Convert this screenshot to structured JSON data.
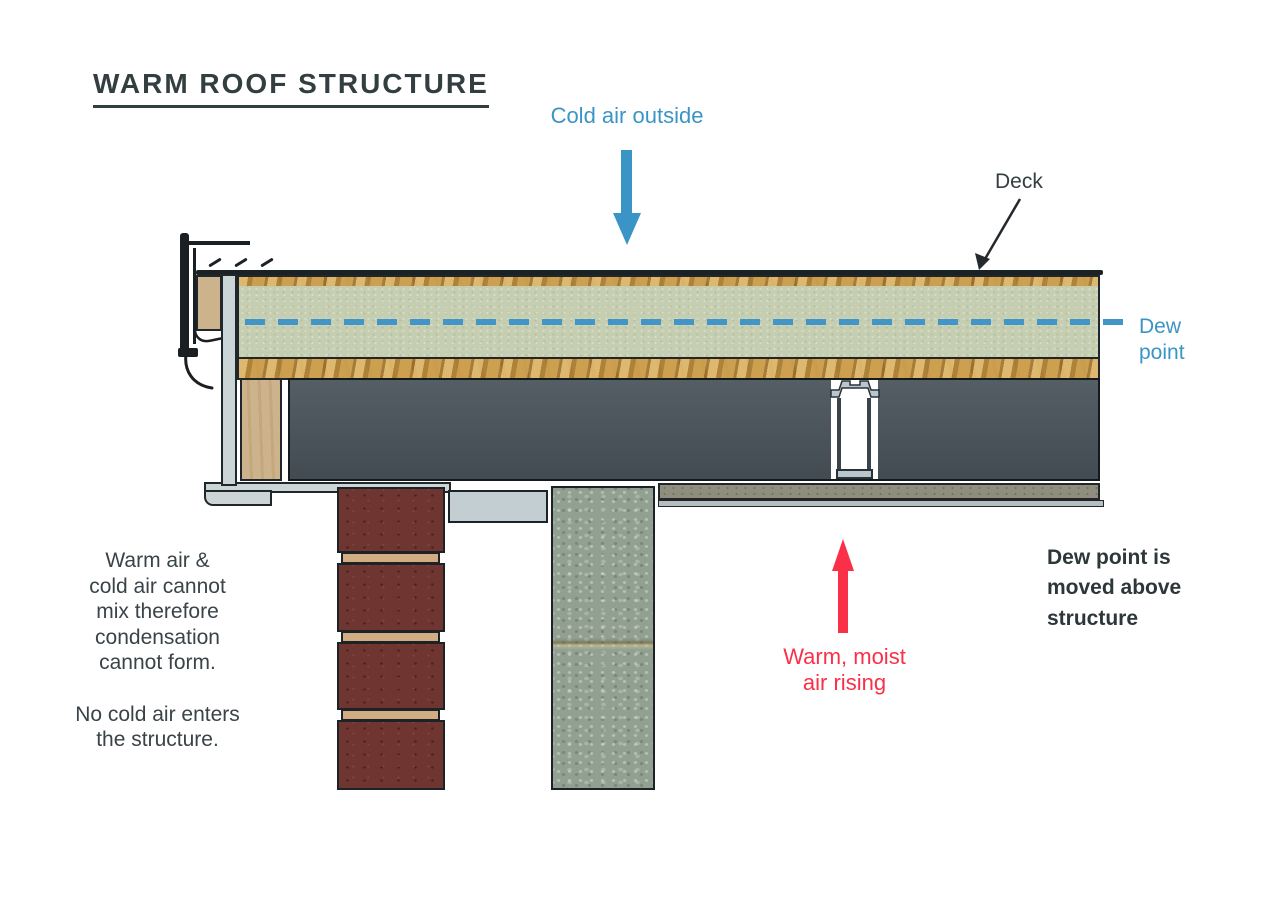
{
  "title": "WARM ROOF STRUCTURE",
  "annotations": {
    "cold_air": "Cold air outside",
    "deck": "Deck",
    "dew_point": "Dew\npoint",
    "warm_moist": "Warm, moist\nair rising",
    "dew_moved": "Dew point is\nmoved above\nstructure",
    "side_note": "Warm air &\ncold air cannot\nmix therefore\ncondensation\ncannot form.\n\nNo cold air enters\nthe structure."
  },
  "icons": {
    "cold_air_arrow": "arrow-down",
    "warm_air_arrow": "arrow-up",
    "deck_pointer": "leader-arrow-down-left"
  },
  "colors": {
    "label_blue": "#3b94c6",
    "label_red": "#fa3049",
    "text_dark": "#333e40",
    "dew_dash_blue": "#4295c7",
    "insulation_green": "#c6ceb1",
    "osb_tan": "#c0933f",
    "joist_gray": "#4a545c",
    "metal_gray": "#cbd5d6",
    "brick_red": "#6f3531",
    "mortar_tan": "#d2ac82",
    "concrete_gray": "#91a090",
    "ceiling_board": "#8f8e7e"
  }
}
